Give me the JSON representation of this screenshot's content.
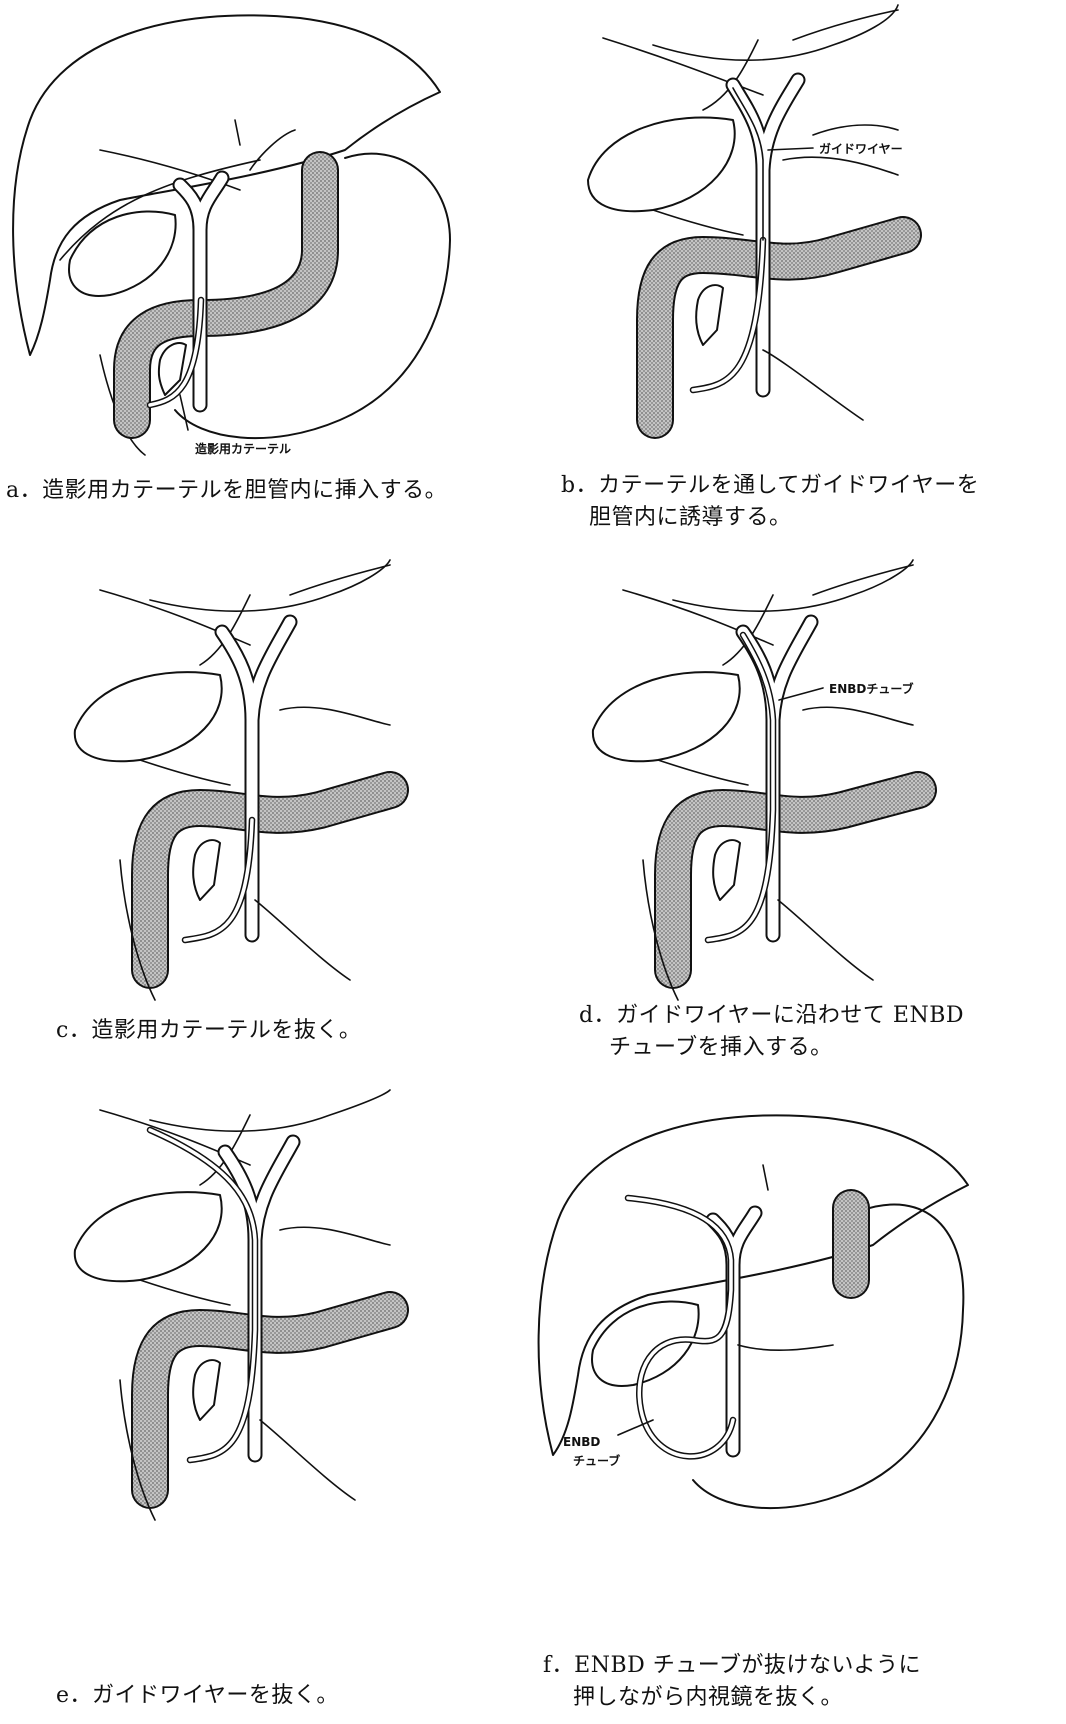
{
  "panels": {
    "a": {
      "caption": "a．造影用カテーテルを胆管内に挿入する。",
      "label": "造影用カテーテル"
    },
    "b": {
      "caption_1": "b．カテーテルを通してガイドワイヤーを",
      "caption_2": "胆管内に誘導する。",
      "label": "ガイドワイヤー"
    },
    "c": {
      "caption": "c．造影用カテーテルを抜く。"
    },
    "d": {
      "caption_1": "d．ガイドワイヤーに沿わせて ENBD",
      "caption_2": "チューブを挿入する。",
      "label": "ENBDチューブ"
    },
    "e": {
      "caption": "e．ガイドワイヤーを抜く。"
    },
    "f": {
      "caption_1": "f．ENBD チューブが抜けないように",
      "caption_2": "押しながら内視鏡を抜く。",
      "label_1": "ENBD",
      "label_2": "チューブ"
    }
  },
  "colors": {
    "line": "#111111",
    "duodenum_fill": "#9a9a9a"
  }
}
